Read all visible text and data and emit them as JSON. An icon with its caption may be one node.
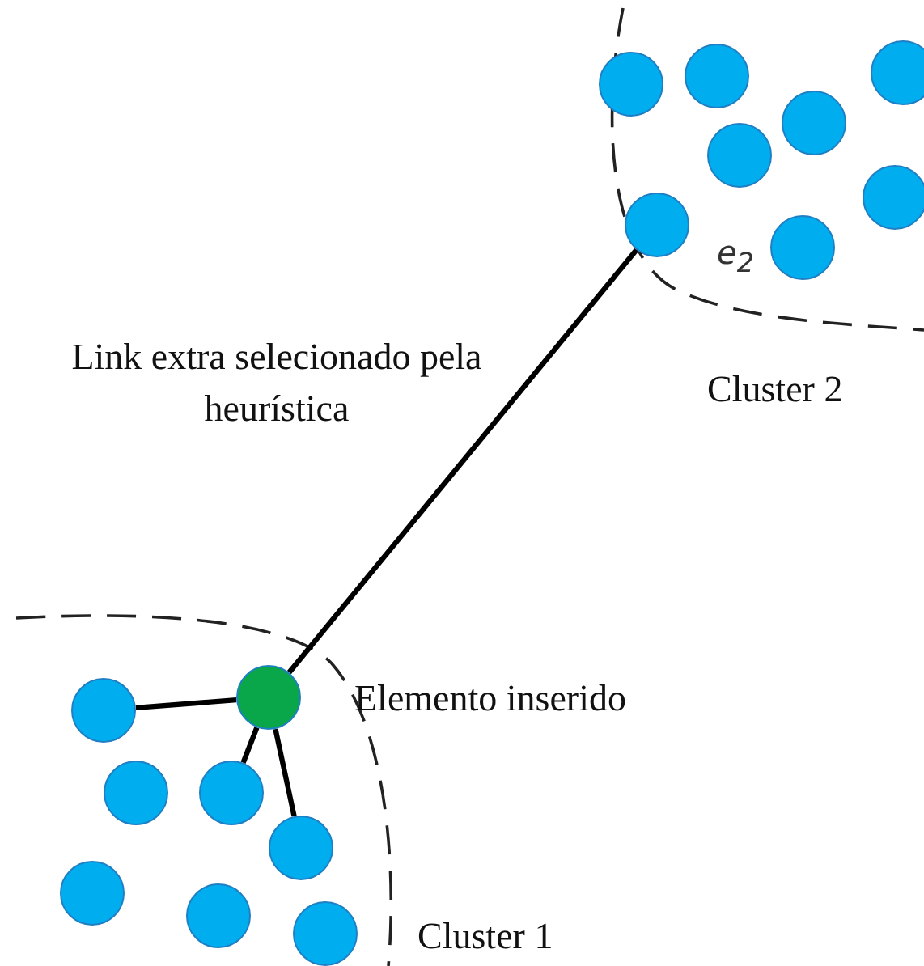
{
  "diagram": {
    "nodes": [
      {
        "text": [],
        "shape": "circle"
      },
      {
        "text": [],
        "shape": "circle"
      },
      {
        "text": [],
        "shape": "circle"
      },
      {
        "text": [],
        "shape": "circle"
      },
      {
        "text": [],
        "shape": "circle"
      },
      {
        "text": [],
        "shape": "circle"
      },
      {
        "text": [],
        "shape": "circle"
      },
      {
        "text": [],
        "shape": "circle"
      },
      {
        "text": [],
        "shape": "circle"
      },
      {
        "text": [],
        "shape": "circle",
        "beside": [
          "Elemento inserido"
        ]
      },
      {
        "text": [],
        "shape": "circle"
      },
      {
        "text": [],
        "shape": "circle"
      },
      {
        "text": [],
        "shape": "circle"
      },
      {
        "text": [],
        "shape": "circle"
      },
      {
        "text": [],
        "shape": "circle"
      },
      {
        "text": [],
        "shape": "circle"
      }
    ],
    "edges": [
      {
        "from": 9,
        "to": 5,
        "arrow": "none",
        "label": "Link extra selecionado pela heurística"
      },
      {
        "from": 9,
        "to": 8,
        "arrow": "none"
      },
      {
        "from": 9,
        "to": 11,
        "arrow": "none"
      },
      {
        "from": 9,
        "to": 12,
        "arrow": "none"
      }
    ],
    "labels": [
      "e$_{2}$",
      "Cluster 2",
      "Cluster 1"
    ]
  }
}
